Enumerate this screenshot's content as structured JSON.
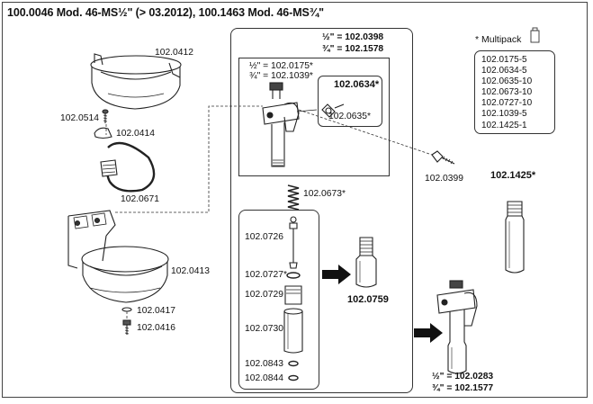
{
  "title": "100.0046 Mod. 46-MS½\" (> 03.2012), 100.1463 Mod. 46-MS¾\"",
  "parts": {
    "bowl_top": "102.0412",
    "screw_small": "102.0514",
    "clip": "102.0414",
    "spring_ring": "102.0671",
    "bowl_main": "102.0413",
    "washer": "102.0417",
    "bolt_bottom": "102.0416",
    "bolt_right": "102.0399",
    "valve_spring": "102.0673*",
    "pin": "102.0726",
    "ring": "102.0727*",
    "sleeve": "102.0729",
    "cylinder": "102.0730",
    "oring_1": "102.0843",
    "oring_2": "102.0844",
    "assembly_result": "102.0759",
    "spare_valve": "102.1425*"
  },
  "valve_box": {
    "line_1": "½\" = 102.0398",
    "line_2": "¾\" = 102.1578"
  },
  "inner_box": {
    "line_1": "½\" = 102.0175*",
    "line_2": "¾\" = 102.1039*"
  },
  "nozzle_box": {
    "bold": "102.0634*",
    "sub": "102.0635*"
  },
  "result_labels": {
    "line_1": "½\" = 102.0283",
    "line_2": "¾\" = 102.1577"
  },
  "multipack": {
    "title": "* Multipack",
    "items": [
      "102.0175-5",
      "102.0634-5",
      "102.0635-10",
      "102.0673-10",
      "102.0727-10",
      "102.1039-5",
      "102.1425-1"
    ]
  }
}
